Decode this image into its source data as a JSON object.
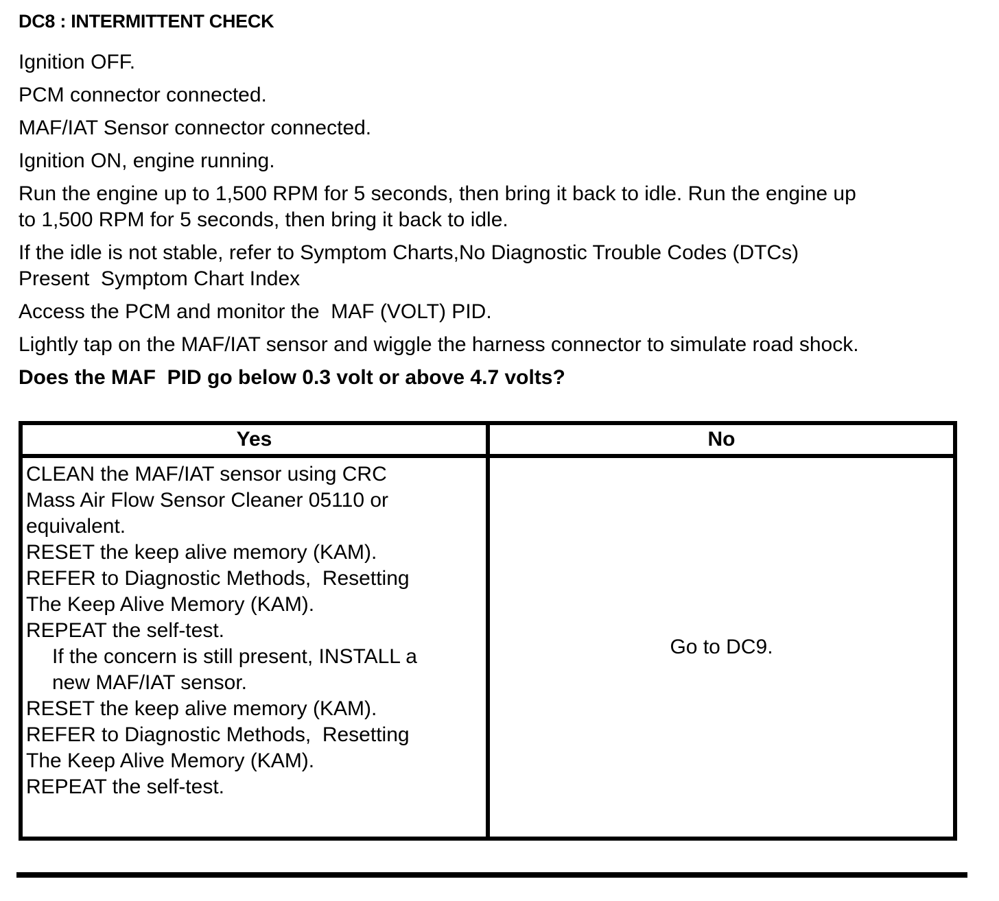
{
  "title": "DC8 : INTERMITTENT CHECK",
  "steps": [
    {
      "lines": [
        "Ignition OFF."
      ]
    },
    {
      "lines": [
        "PCM connector connected."
      ]
    },
    {
      "lines": [
        "MAF/IAT Sensor connector connected."
      ]
    },
    {
      "lines": [
        "Ignition ON, engine running."
      ]
    },
    {
      "lines": [
        "Run the engine up to 1,500 RPM for 5 seconds, then bring it back to idle. Run the engine up",
        "to 1,500 RPM for 5 seconds, then bring it back to idle."
      ]
    },
    {
      "lines": [
        "If the idle is not stable, refer to Symptom Charts,No Diagnostic Trouble Codes (DTCs)",
        "Present  Symptom Chart Index"
      ]
    },
    {
      "lines": [
        "Access the PCM and monitor the  MAF (VOLT) PID."
      ]
    },
    {
      "lines": [
        "Lightly tap on the MAF/IAT sensor and wiggle the harness connector to simulate road shock."
      ]
    }
  ],
  "question": "Does the MAF  PID go below 0.3 volt or above 4.7 volts?",
  "result_table": {
    "headers": {
      "yes": "Yes",
      "no": "No"
    },
    "yes_lines": [
      "CLEAN the MAF/IAT sensor using CRC",
      "Mass Air Flow Sensor Cleaner 05110 or",
      "equivalent.",
      "RESET the keep alive memory (KAM).",
      "REFER to Diagnostic Methods,  Resetting",
      "The Keep Alive Memory (KAM).",
      "REPEAT the self-test.",
      "If the concern is still present, INSTALL a",
      "new MAF/IAT sensor.",
      "RESET the keep alive memory (KAM).",
      "REFER to Diagnostic Methods,  Resetting",
      "The Keep Alive Memory (KAM).",
      "REPEAT the self-test."
    ],
    "no_text": "Go to DC9."
  }
}
